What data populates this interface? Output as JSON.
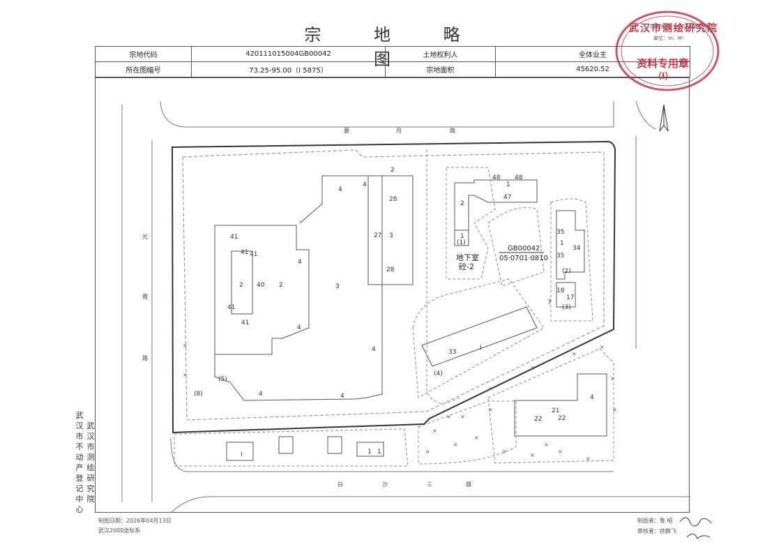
{
  "title": "宗 地 略 图",
  "project_no": "项目编号：2026第359",
  "unit": "单位：m、M²",
  "info_table": {
    "r1_label1": "宗地代码",
    "r1_value1": "420111015004GB00042",
    "r1_label2": "土地权利人",
    "r1_value2": "全体业主",
    "r2_label1": "所在图幅号",
    "r2_value1": "73.25-95.00（I 5875）",
    "r2_label2": "宗地面积",
    "r2_value2": "45620.52"
  },
  "roads": {
    "top": [
      "菱",
      "月",
      "路"
    ],
    "left": [
      "光",
      "霞",
      "路"
    ],
    "bottom": [
      "白",
      "沙",
      "三",
      "路"
    ]
  },
  "parcel": {
    "code": "GB00042",
    "points": "05·0701·0810"
  },
  "basement": {
    "line1": "地下室",
    "line2": "砼-2"
  },
  "map_labels": {
    "l_2a": "2",
    "l_4a": "4",
    "l_4b": "4",
    "l_28a": "28",
    "l_27": "27",
    "l_3a": "3",
    "l_28b": "28",
    "l_41a": "41",
    "l_41b": "41",
    "l_41c": "41",
    "l_2b": "2",
    "l_40": "40",
    "l_2c": "2",
    "l_4c": "4",
    "l_3b": "3",
    "l_41d": "41",
    "l_41e": "41",
    "l_4d": "4",
    "l_4e": "4",
    "l_5": "(5)",
    "l_4f": "4",
    "l_4g": "4",
    "l_8": "(8)",
    "l_2d": "2",
    "l_1a": "1",
    "l_1b": "(1)",
    "l_47": "47",
    "l_48a": "48",
    "l_1c": "1",
    "l_48b": "48",
    "l_35a": "35",
    "l_1d": "1",
    "l_35b": "35",
    "l_34": "34",
    "l_2e": "(2)",
    "l_18": "18",
    "l_17": "17",
    "l_3c": "(3)",
    "l_33": "33",
    "l_1e": "I",
    "l_4h": "(4)",
    "l_21": "21",
    "l_22a": "22",
    "l_22b": "22",
    "l_4i": "4",
    "l_1f": "I",
    "l_1g": "1",
    "l_1h": "1",
    "l_7": "7"
  },
  "side_text_left": "武汉市测绘研究院",
  "side_text_right": "武汉市不动产登记中心",
  "footer": {
    "date": "制图日期：2026年04月13日",
    "coords": "武汉2000坐标系",
    "drawer": "制图者：鲁 昭",
    "checker": "审核者：徐鹏飞"
  },
  "stamp": {
    "arc_text": "武汉市测绘研究院",
    "center_text": "资料专用章",
    "bottom_text": "（I）"
  },
  "colors": {
    "stamp": "#c0394d",
    "boundary": "#333333"
  }
}
